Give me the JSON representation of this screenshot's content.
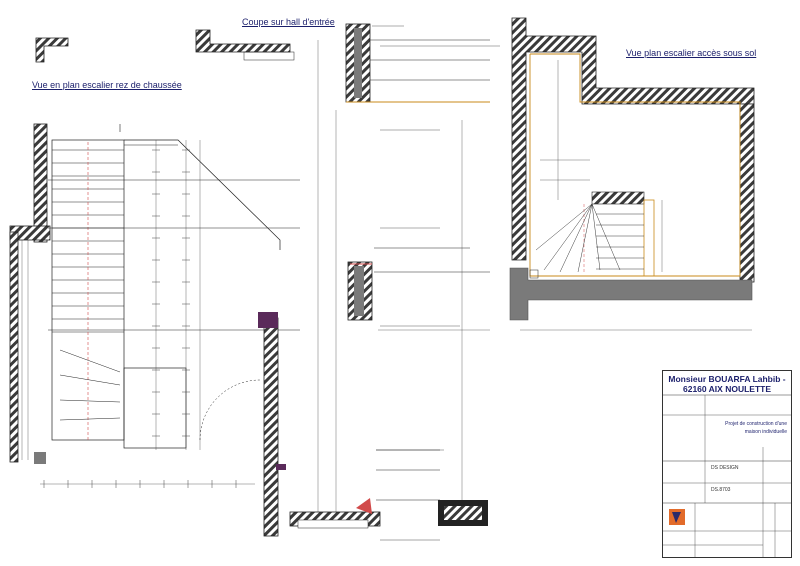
{
  "views": {
    "left_title": "Vue en plan escalier rez de chaussée",
    "center_title": "Coupe sur hall d'entrée",
    "right_title": "Vue plan escalier accès sous sol"
  },
  "cartouche": {
    "client_line1": "Monsieur BOUARFA Lahbib -",
    "client_line2": "62160 AIX NOULETTE",
    "project_line1": "Projet de construction d'une",
    "project_line2": "maison individuelle",
    "firm": "DS DESIGN",
    "ref": "DS.8703"
  },
  "colors": {
    "wall_hatch": "#3a3a3a",
    "stair_line": "#c98a1a",
    "axis_red": "#d14a4a",
    "title_blue": "#1b1f6b",
    "slab_grey": "#7a7a7a"
  }
}
